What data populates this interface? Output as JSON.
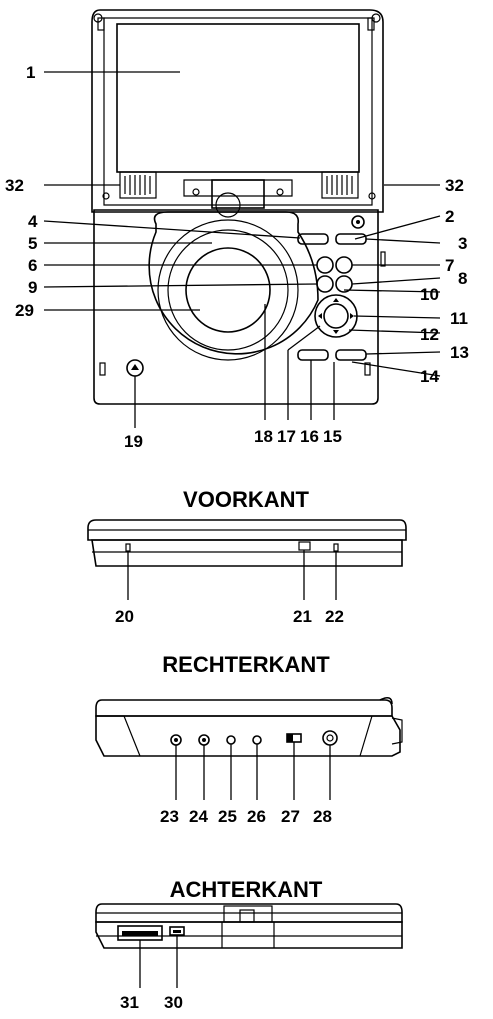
{
  "section_titles": {
    "front": "VOORKANT",
    "right": "RECHTERKANT",
    "back": "ACHTERKANT"
  },
  "callouts": {
    "n1": "1",
    "n2": "2",
    "n3": "3",
    "n4": "4",
    "n5": "5",
    "n6": "6",
    "n7": "7",
    "n8": "8",
    "n9": "9",
    "n10": "10",
    "n11": "11",
    "n12": "12",
    "n13": "13",
    "n14": "14",
    "n15": "15",
    "n16": "16",
    "n17": "17",
    "n18": "18",
    "n19": "19",
    "n20": "20",
    "n21": "21",
    "n22": "22",
    "n23": "23",
    "n24": "24",
    "n25": "25",
    "n26": "26",
    "n27": "27",
    "n28": "28",
    "n29": "29",
    "n30": "30",
    "n31": "31",
    "n32": "32"
  }
}
